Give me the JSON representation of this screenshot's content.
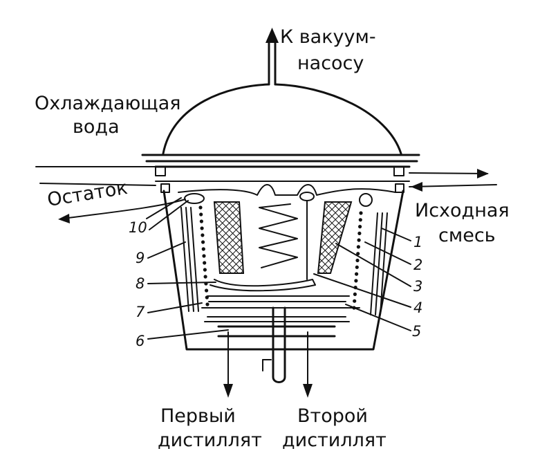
{
  "labels": {
    "vacuum_line1": "К вакуум-",
    "vacuum_line2": "насосу",
    "cooling_line1": "Охлаждающая",
    "cooling_line2": "вода",
    "residue": "Остаток",
    "feed_line1": "Исходная",
    "feed_line2": "смесь",
    "first_line1": "Первый",
    "first_line2": "дистиллят",
    "second_line1": "Второй",
    "second_line2": "дистиллят"
  },
  "part_numbers": [
    "1",
    "2",
    "3",
    "4",
    "5",
    "6",
    "7",
    "8",
    "9",
    "10"
  ]
}
